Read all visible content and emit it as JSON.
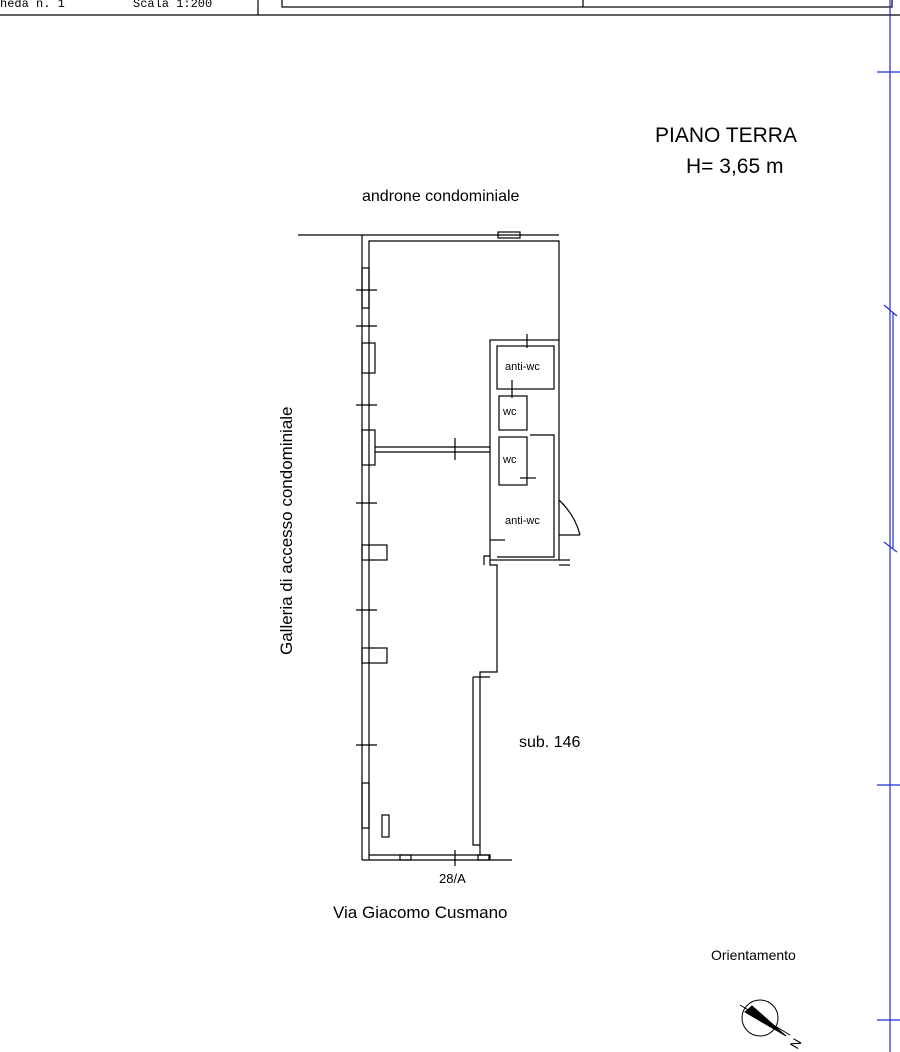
{
  "header": {
    "sheet": "heda n. 1",
    "scale": "Scala 1:200"
  },
  "plan": {
    "floor_title": "PIANO TERRA",
    "height_label": "H= 3,65 m",
    "north_label": "androne condominiale",
    "west_label": "Galleria di accesso condominiale",
    "rooms": {
      "anti_wc_upper": "anti-wc",
      "wc_upper": "wc",
      "wc_lower": "wc",
      "anti_wc_lower": "anti-wc"
    },
    "neighbor_label": "sub. 146",
    "civic_number": "28/A",
    "street_label": "Via Giacomo Cusmano",
    "orientation_label": "Orientamento",
    "compass_letter": "N"
  },
  "colors": {
    "line": "#000000",
    "frame_blue": "#1f2fd6"
  }
}
